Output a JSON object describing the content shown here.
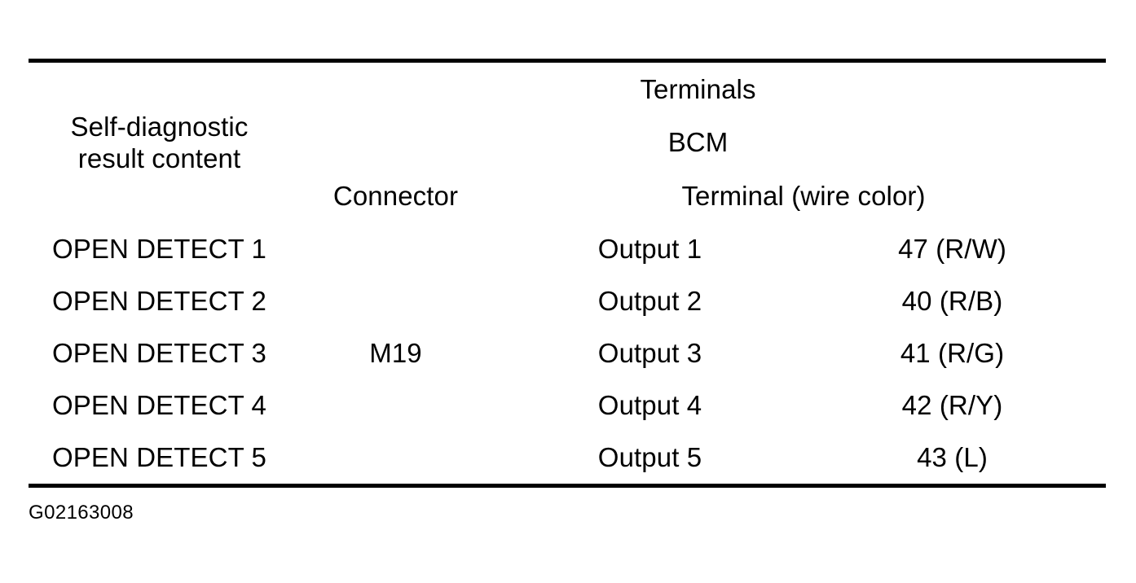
{
  "table": {
    "headers": {
      "row_label": "Self-diagnostic\nresult content",
      "row_label_line1": "Self-diagnostic",
      "row_label_line2": "result content",
      "terminals": "Terminals",
      "module": "BCM",
      "connector": "Connector",
      "terminal_wire_color": "Terminal (wire color)"
    },
    "connector_value": "M19",
    "rows": [
      {
        "result_content": "OPEN DETECT 1",
        "output": "Output 1",
        "terminal": "47 (R/W)"
      },
      {
        "result_content": "OPEN DETECT 2",
        "output": "Output 2",
        "terminal": "40 (R/B)"
      },
      {
        "result_content": "OPEN DETECT 3",
        "output": "Output 3",
        "terminal": "41 (R/G)"
      },
      {
        "result_content": "OPEN DETECT 4",
        "output": "Output 4",
        "terminal": "42 (R/Y)"
      },
      {
        "result_content": "OPEN DETECT 5",
        "output": "Output 5",
        "terminal": "43 (L)"
      }
    ]
  },
  "caption": {
    "figure_id": "G02163008"
  },
  "colors": {
    "background": "#ffffff",
    "text": "#000000",
    "rule": "#000000"
  }
}
